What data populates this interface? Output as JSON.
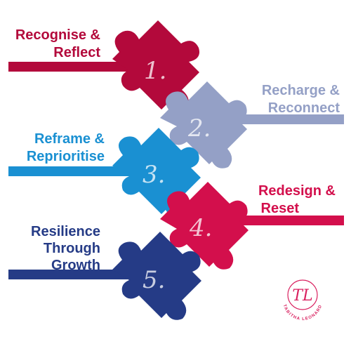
{
  "steps": [
    {
      "number": "1.",
      "line1": "Recognise &",
      "line2": "Reflect",
      "color": "#b3093b"
    },
    {
      "number": "2.",
      "line1": "Recharge &",
      "line2": "Reconnect",
      "color": "#94a0c6"
    },
    {
      "number": "3.",
      "line1": "Reframe &",
      "line2": "Reprioritise",
      "color": "#1a90d2"
    },
    {
      "number": "4.",
      "line1": "Redesign &",
      "line2": "Reset",
      "color": "#d30f4c"
    },
    {
      "number": "5.",
      "line1": "Resilience",
      "line2": "Through",
      "line3": "Growth",
      "color": "#253b86"
    }
  ],
  "logo": {
    "monogram": "TL",
    "ring_text": "TABITHA LEONARD",
    "color": "#d9205f"
  }
}
